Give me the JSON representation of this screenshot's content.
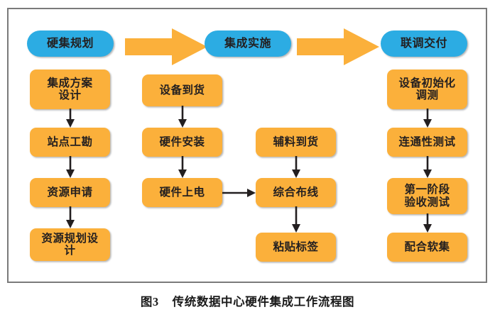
{
  "figure": {
    "caption_number": "图3",
    "caption_text": "传统数据中心硬件集成工作流程图",
    "caption_full": "图3    传统数据中心硬件集成工作流程图"
  },
  "colors": {
    "phase_fill": "#2cace3",
    "task_fill": "#fbb03b",
    "arrow_fill": "#fbb03b",
    "connector_stroke": "#231f20",
    "frame_border": "#7a7a7a",
    "background": "#ffffff"
  },
  "phases": [
    {
      "id": "phase-planning",
      "label": "硬集规划"
    },
    {
      "id": "phase-integration",
      "label": "集成实施"
    },
    {
      "id": "phase-delivery",
      "label": "联调交付"
    }
  ],
  "stage_arrows": [
    {
      "id": "stage-arrow-1",
      "from": "硬集规划",
      "to": "集成实施"
    },
    {
      "id": "stage-arrow-2",
      "from": "集成实施",
      "to": "联调交付"
    }
  ],
  "columns": [
    {
      "id": "column-planning",
      "phase": "硬集规划",
      "nodes": [
        {
          "id": "node-integration-plan-design",
          "label": "集成方案\n设计"
        },
        {
          "id": "node-site-survey",
          "label": "站点工勘"
        },
        {
          "id": "node-resource-request",
          "label": "资源申请"
        },
        {
          "id": "node-resource-plan-design",
          "label": "资源规划设\n计"
        }
      ]
    },
    {
      "id": "column-integration-main",
      "phase": "集成实施",
      "nodes": [
        {
          "id": "node-equipment-arrival",
          "label": "设备到货"
        },
        {
          "id": "node-hardware-install",
          "label": "硬件安装"
        },
        {
          "id": "node-hardware-poweron",
          "label": "硬件上电"
        }
      ]
    },
    {
      "id": "column-integration-aux",
      "phase": "集成实施",
      "nodes": [
        {
          "id": "node-consumables-arrival",
          "label": "辅料到货"
        },
        {
          "id": "node-structured-cabling",
          "label": "综合布线"
        },
        {
          "id": "node-attach-labels",
          "label": "粘贴标签"
        }
      ]
    },
    {
      "id": "column-delivery",
      "phase": "联调交付",
      "nodes": [
        {
          "id": "node-device-init-test",
          "label": "设备初始化\n调测"
        },
        {
          "id": "node-connectivity-test",
          "label": "连通性测试"
        },
        {
          "id": "node-phase1-acceptance",
          "label": "第一阶段\n验收测试"
        },
        {
          "id": "node-support-software",
          "label": "配合软集"
        }
      ]
    }
  ],
  "connectors": [
    {
      "id": "conn-plan-design-to-survey",
      "from": "集成方案设计",
      "to": "站点工勘",
      "direction": "down"
    },
    {
      "id": "conn-survey-to-request",
      "from": "站点工勘",
      "to": "资源申请",
      "direction": "down"
    },
    {
      "id": "conn-request-to-resource-plan",
      "from": "资源申请",
      "to": "资源规划设计",
      "direction": "down"
    },
    {
      "id": "conn-arrival-to-install",
      "from": "设备到货",
      "to": "硬件安装",
      "direction": "down"
    },
    {
      "id": "conn-install-to-poweron",
      "from": "硬件安装",
      "to": "硬件上电",
      "direction": "down"
    },
    {
      "id": "conn-poweron-to-cabling",
      "from": "硬件上电",
      "to": "综合布线",
      "direction": "right"
    },
    {
      "id": "conn-consumables-to-cabling",
      "from": "辅料到货",
      "to": "综合布线",
      "direction": "down"
    },
    {
      "id": "conn-cabling-to-labels",
      "from": "综合布线",
      "to": "粘贴标签",
      "direction": "down"
    },
    {
      "id": "conn-init-to-connectivity",
      "from": "设备初始化调测",
      "to": "连通性测试",
      "direction": "down"
    },
    {
      "id": "conn-connectivity-to-acceptance",
      "from": "连通性测试",
      "to": "第一阶段验收测试",
      "direction": "down"
    },
    {
      "id": "conn-acceptance-to-software",
      "from": "第一阶段验收测试",
      "to": "配合软集",
      "direction": "down"
    }
  ]
}
